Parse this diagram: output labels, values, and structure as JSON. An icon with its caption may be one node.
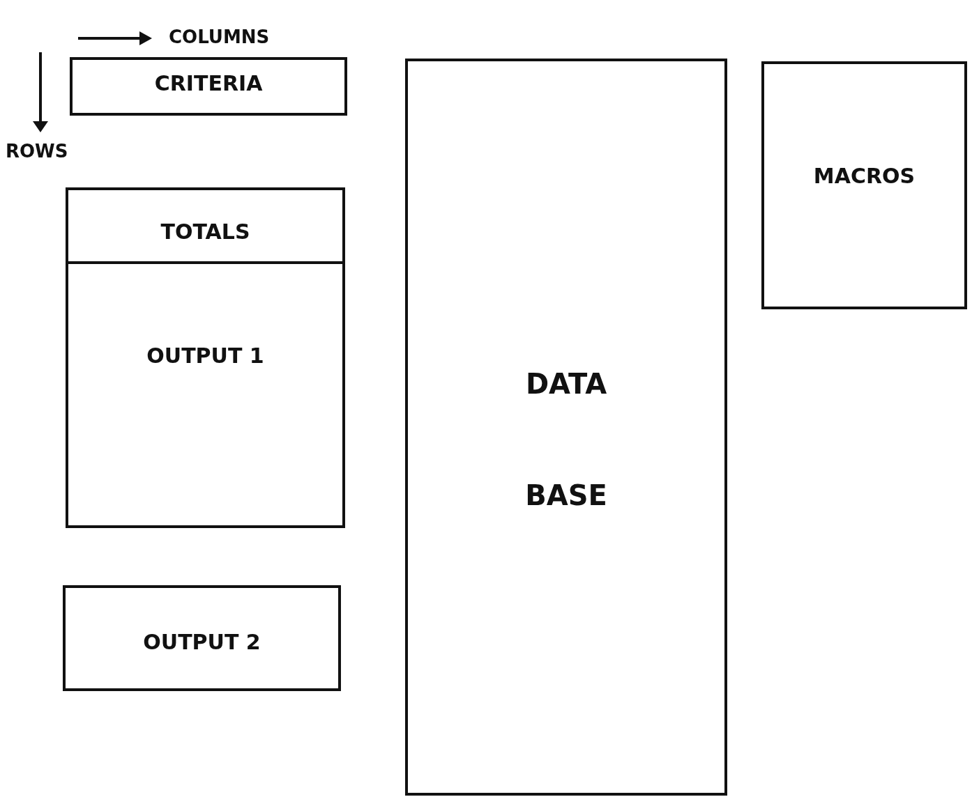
{
  "diagram": {
    "nodes": [
      {
        "text": [
          "CRITERIA"
        ]
      },
      {
        "text": [
          "TOTALS",
          "OUTPUT 1"
        ]
      },
      {
        "text": [
          "OUTPUT 2"
        ]
      },
      {
        "text": [
          "DATA",
          "BASE"
        ]
      },
      {
        "text": [
          "MACROS"
        ]
      }
    ],
    "labels": [
      "COLUMNS",
      "ROWS"
    ]
  }
}
